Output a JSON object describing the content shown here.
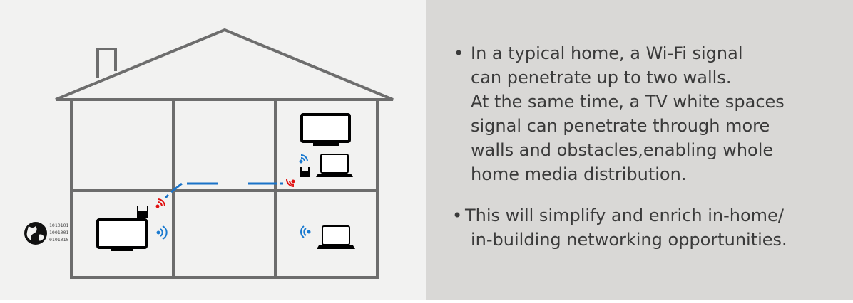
{
  "diagram": {
    "binary_lines": [
      "1010101",
      "1001001",
      "0101010"
    ],
    "colors": {
      "wall": "#6d6d6d",
      "wifi": "#1a7ad0",
      "tvws": "#e01010",
      "link": "#1a73c8"
    }
  },
  "bullets": [
    {
      "lines": [
        "In a typical home, a Wi-Fi signal",
        "can penetrate up to two walls.",
        "At the same time, a TV white spaces",
        "signal can penetrate through more",
        "walls and obstacles,enabling whole",
        "home media distribution."
      ]
    },
    {
      "lines": [
        "This will simplify and enrich in-home/",
        "in-building networking opportunities."
      ]
    }
  ],
  "bullet_char": "•"
}
